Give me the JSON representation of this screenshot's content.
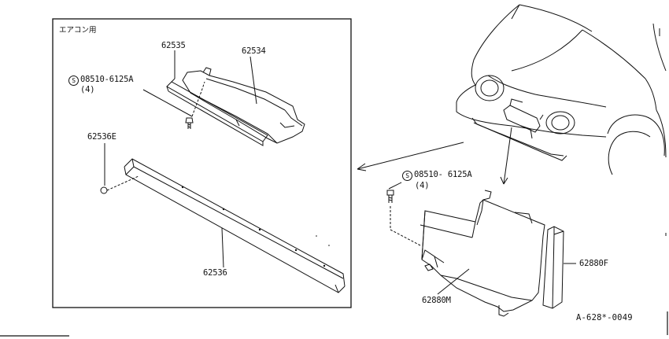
{
  "inset": {
    "title": "エアコン用",
    "labels": {
      "part_62535": "62535",
      "part_62534": "62534",
      "bolt_symbol": "S",
      "bolt": "08510-6125A",
      "bolt_qty": "(4)",
      "part_62536E": "62536E",
      "part_62536": "62536"
    }
  },
  "main": {
    "labels": {
      "bolt_symbol": "S",
      "bolt": "08510- 6125A",
      "bolt_qty": "(4)",
      "part_62880F": "62880F",
      "part_62880M": "62880M"
    }
  },
  "diagram_code": "A-628*-0049",
  "colors": {
    "line": "#111111",
    "background": "#ffffff"
  }
}
